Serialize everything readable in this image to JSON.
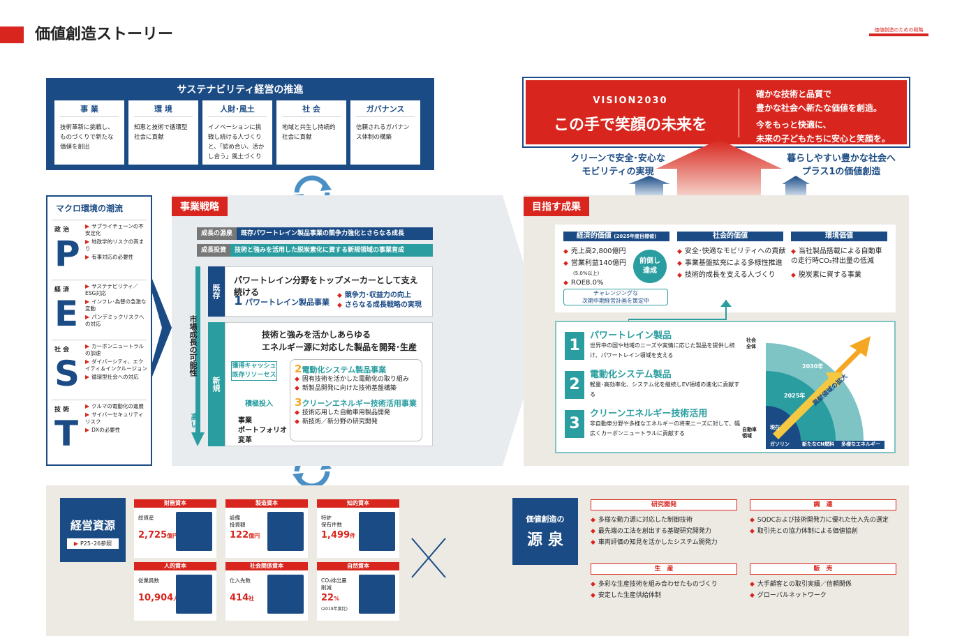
{
  "header": {
    "title": "価値創造ストーリー",
    "tag": "価値創造のための戦略"
  },
  "sustain": {
    "title": "サステナビリティ経営の推進",
    "cards": [
      {
        "title": "事 業",
        "text": "技術革新に挑戦し、ものづくりで新たな価値を創出"
      },
      {
        "title": "環 境",
        "text": "知恵と技術で循環型社会に貢献"
      },
      {
        "title": "人財･風土",
        "text": "イノベーションに挑戦し続ける人づくりと、「認め合い、活かし合う」風土づくり"
      },
      {
        "title": "社 会",
        "text": "地域と共生し持続的社会に貢献"
      },
      {
        "title": "ガバナンス",
        "text": "信頼されるガバナンス体制の構築"
      }
    ]
  },
  "vision": {
    "tag": "VISION2030",
    "slogan": "この手で笑顔の未来を",
    "lines": [
      "確かな技術と品質で",
      "豊かな社会へ新たな価値を創造。",
      "今をもっと快適に、",
      "未来の子どもたちに安心と笑顔を。"
    ],
    "left": "クリーンで安全･安心な\nモビリティの実現",
    "right": "暮らしやすい豊かな社会へ\nプラス1の価値創造"
  },
  "pest": {
    "title": "マクロ環境の潮流",
    "groups": [
      {
        "label": "政 治",
        "letter": "P",
        "items": [
          "サプライチェーンの不安定化",
          "地政学的リスクの高まり",
          "有事対応の必要性"
        ]
      },
      {
        "label": "経 済",
        "letter": "E",
        "items": [
          "サステナビリティ／ESG対応",
          "インフレ･為替の急激な変動",
          "パンデミックリスクへの対応"
        ]
      },
      {
        "label": "社 会",
        "letter": "S",
        "items": [
          "カーボンニュートラルの加速",
          "ダイバーシティ、エクイティ＆インクルージョン",
          "循環型社会への対応"
        ]
      },
      {
        "label": "技 術",
        "letter": "T",
        "items": [
          "クルマの電動化の進展",
          "サイバーセキュリティリスク",
          "DXの必要性"
        ]
      }
    ]
  },
  "strategy": {
    "title": "事業戦略",
    "rows": [
      {
        "label": "成長の源泉",
        "text": "既存パワートレイン製品事業の競争力強化とさらなる成長"
      },
      {
        "label": "成長投資",
        "text": "技術と強みを活用した脱炭素化に資する新規領域の事業育成"
      }
    ],
    "axis": "市場成長の可能性",
    "axis_low": "高い",
    "kizon": "既存",
    "shinki": "新規",
    "box1_title": "パワートレイン分野をトップメーカーとして支え続ける",
    "box1_num": "1",
    "box1_name": "パワートレイン製品事業",
    "box1_points": [
      "競争力･収益力の向上",
      "さらなる成長戦略の実現"
    ],
    "box2_title": "技術と強みを活かしあらゆる\nエネルギー源に対応した製品を開発･生産",
    "cash": "獲得キャッシュ\n既存リソーセス",
    "invest": "積極投入",
    "portfolio": "事業\nポートフォリオ\n変革",
    "b2_num": "2",
    "b2_name": "電動化システム製品事業",
    "b2_points": [
      "固有技術を活かした電動化の取り組み",
      "新製品開発に向けた技術基盤構築"
    ],
    "b3_num": "3",
    "b3_name": "クリーンエネルギー技術活用事業",
    "b3_points": [
      "技術応用した自動車用製品開発",
      "新技術／新分野の研究開発"
    ]
  },
  "results": {
    "title": "目指す成果",
    "econ": {
      "title": "経済的価値",
      "sub": "(2025年度目標値)",
      "items": [
        "売上高2,800億円",
        "営業利益140億円",
        "ROE8.0%"
      ],
      "note": "(5.0%以上)",
      "badge": "前倒し\n達成",
      "challenge": "チャレンジングな\n次期中期経営計画を策定中"
    },
    "social": {
      "title": "社会的価値",
      "items": [
        "安全･快適なモビリティへの貢献",
        "事業基盤拡充による多様性推進",
        "技術的成長を支える人づくり"
      ]
    },
    "env": {
      "title": "環境価値",
      "items": [
        "当社製品搭載による自動車の走行時CO₂排出量の低減",
        "脱炭素に資する事業"
      ]
    },
    "products": [
      {
        "num": "1",
        "name": "パワートレイン製品",
        "text": "世界中の国や地域のニーズや実情に応じた製品を提供し続け、パワートレイン領域を支える"
      },
      {
        "num": "2",
        "name": "電動化システム製品",
        "text": "軽量･高効率化、システム化を継続しEV領域の進化に貢献する"
      },
      {
        "num": "3",
        "name": "クリーンエネルギー技術活用",
        "text": "非自動車分野や多様なエネルギーの将来ニーズに対して、幅広くカーボンニュートラルに貢献する"
      }
    ],
    "chart": {
      "y_top": "社会\n全体",
      "y_bottom": "自動車\n領域",
      "rings": [
        "現在",
        "2025年",
        "2030年"
      ],
      "arrow": "貢献領域の拡大",
      "x": [
        "ガソリン",
        "新たなCN燃料",
        "多様なエネルギー"
      ]
    }
  },
  "resources": {
    "title": "経営資源",
    "ref": "P25･26参照",
    "caps": [
      {
        "title": "財務資本",
        "label": "総資産",
        "value": "2,725",
        "unit": "億円",
        "icon": "money-bag-icon"
      },
      {
        "title": "製造資本",
        "label": "設備\n投資額",
        "value": "122",
        "unit": "億円",
        "icon": "gears-icon"
      },
      {
        "title": "知的資本",
        "label": "特許\n保有件数",
        "value": "1,499",
        "unit": "件",
        "icon": "idea-icon"
      },
      {
        "title": "人的資本",
        "label": "従業員数",
        "value": "10,904",
        "unit": "人",
        "icon": "people-icon"
      },
      {
        "title": "社会関係資本",
        "label": "仕入先数",
        "value": "414",
        "unit": "社",
        "icon": "handshake-icon"
      },
      {
        "title": "自然資本",
        "label": "CO₂排出量\n削減",
        "value": "22",
        "unit": "%",
        "note": "(2019年度比)",
        "icon": "sprout-icon"
      }
    ]
  },
  "source": {
    "title1": "価値創造の",
    "title2": "源 泉",
    "groups": [
      {
        "title": "研究開発",
        "items": [
          "多様な動力源に対応した制御技術",
          "最先端の工法を創出する基礎研究開発力",
          "車両評価の知見を活かしたシステム開発力"
        ]
      },
      {
        "title": "調　達",
        "items": [
          "SQDCおよび技術開発力に優れた仕入先の選定",
          "取引先との協力体制による価値協創"
        ]
      },
      {
        "title": "生　産",
        "items": [
          "多彩な生産技術を組み合わせたものづくり",
          "安定した生産供給体制"
        ]
      },
      {
        "title": "販　売",
        "items": [
          "大手顧客との取引実績／信頼関係",
          "グローバルネットワーク"
        ]
      }
    ]
  }
}
